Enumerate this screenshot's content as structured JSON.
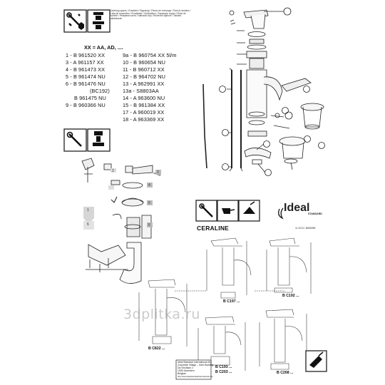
{
  "variant_code": "XX = AA, AD, ....",
  "parts_left": [
    "1 - B 961520 XX",
    "3 - A 961157 XX",
    "4 - B 961473 XX",
    "5 - B 961474 NU",
    "6 - B 961476 NU",
    "(BC192)",
    "B 961475 NU",
    "9 - B 960366 NU"
  ],
  "parts_right": [
    "9a - B 960754 XX 5l/m",
    "10 - B 960654 NU",
    "11 - B 960712 XX",
    "12 - B 964702 NU",
    "13 - A 962991 XX",
    "13a - S8803AA",
    "14 - A 963600 NU",
    "15 - B 961384 XX",
    "17 - A 960019 XX",
    "18 - A 963369 XX"
  ],
  "spare_parts_header": "Ordering spares / Ersatzteil / Rigelsing / Pièces de rechange / Parti di ricambio / Lista de recambios / Ersatzteile / Onderdelen / Zapasowe części / Piese de schimb / Резервни части / Náhradní díly / Rezervne dijelove / Tartalék alkatrészek",
  "brand": {
    "name": "Ideal",
    "sub": "STANDARD"
  },
  "product_name": "CERALINE",
  "date_code": "11.2013 / B665085",
  "variants": [
    "B C197 ...",
    "B C192 ...",
    "B C822 ...",
    "B C193 ...",
    "B C203 ...",
    "B C268 ..."
  ],
  "watermark": "3dplitka.ru",
  "company_address": [
    "Ideal Standard International NV",
    "Corporate Village – Gent Building",
    "Da Vincilaan 2",
    "1935 Zaventem",
    "Belgium",
    "http://www.idealstandardinternational.com"
  ],
  "step_numbers": [
    "1",
    "2",
    "3",
    "4",
    "5",
    "6"
  ],
  "colors": {
    "line": "#222222",
    "accent_gray": "#9a9a9a",
    "panel": "#ffffff"
  },
  "icons": [
    "wrench-nut-icon",
    "exploded-tap-icon",
    "wrench-hand-icon",
    "pointing-hand-icon",
    "silicone-icon",
    "shower-icon"
  ]
}
